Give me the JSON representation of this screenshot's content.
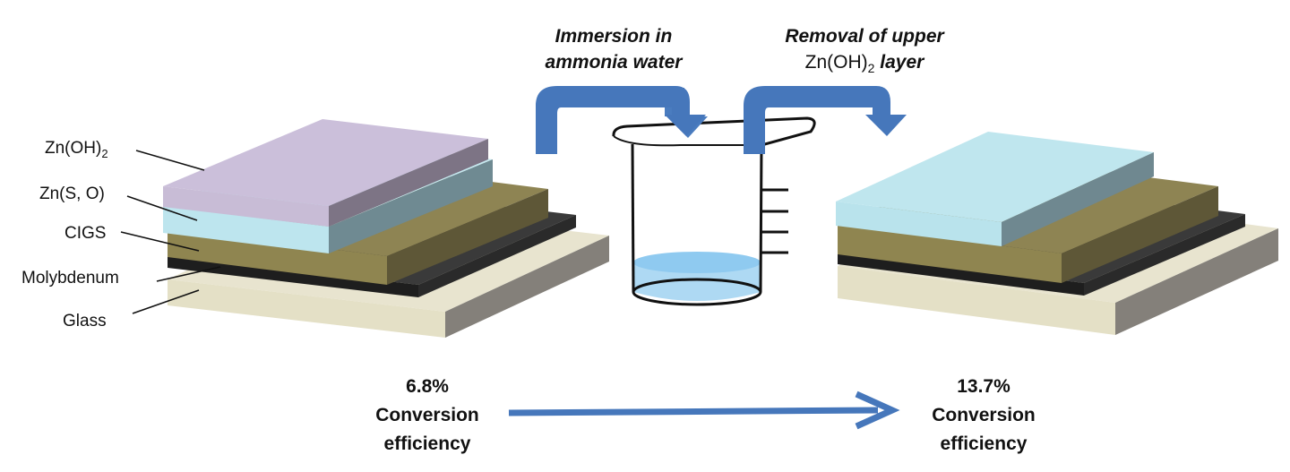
{
  "layers": {
    "zn_oh2": {
      "base": "Zn(OH)",
      "sub": "2"
    },
    "zns_o": "Zn(S, O)",
    "cigs": "CIGS",
    "molybdenum": "Molybdenum",
    "glass": "Glass"
  },
  "steps": {
    "immersion": {
      "line1": "Immersion in",
      "line2": "ammonia water"
    },
    "removal": {
      "line1": "Removal of upper",
      "chem_base": "Zn(OH)",
      "chem_sub": "2",
      "line2_rest": "layer"
    }
  },
  "efficiency": {
    "before": {
      "value": "6.8%",
      "line2": "Conversion",
      "line3": "efficiency"
    },
    "after": {
      "value": "13.7%",
      "line2": "Conversion",
      "line3": "efficiency"
    }
  },
  "colors": {
    "glass": "#e7e3cc",
    "molybdenum": "#262626",
    "cigs": "#8e8452",
    "zns_o": "#bfe6ee",
    "zn_oh2": "#cbbfd8",
    "arrow": "#4a7cbf",
    "water": "#a9d6f2"
  }
}
